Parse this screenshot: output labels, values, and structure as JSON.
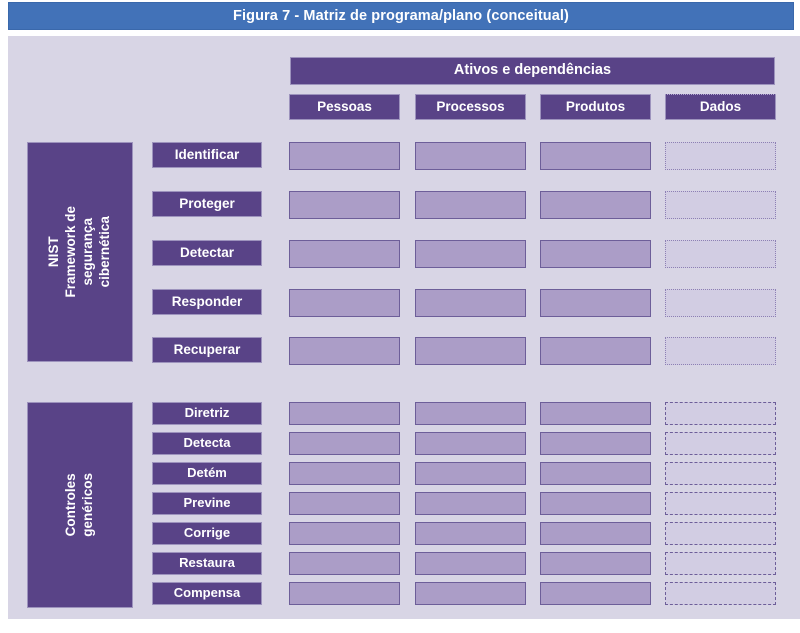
{
  "figure": {
    "title": "Figura 7 - Matriz de programa/plano (conceitual)"
  },
  "columns": {
    "banner_label": "Ativos e dependências",
    "headers": [
      {
        "label": "Pessoas",
        "style": "solid"
      },
      {
        "label": "Processos",
        "style": "solid"
      },
      {
        "label": "Produtos",
        "style": "solid"
      },
      {
        "label": "Dados",
        "style": "dotted"
      }
    ]
  },
  "groups": [
    {
      "id": "nist",
      "vertical_label": "NIST\nFramework de\nsegurança\ncibernética",
      "vertical_label_lines": [
        "NIST",
        "Framework de",
        "segurança",
        "cibernética"
      ],
      "rows": [
        {
          "label": "Identificar",
          "cells": [
            "filled",
            "filled",
            "filled",
            "dotted"
          ]
        },
        {
          "label": "Proteger",
          "cells": [
            "filled",
            "filled",
            "filled",
            "dotted"
          ]
        },
        {
          "label": "Detectar",
          "cells": [
            "filled",
            "filled",
            "filled",
            "dotted"
          ]
        },
        {
          "label": "Responder",
          "cells": [
            "filled",
            "filled",
            "filled",
            "dotted"
          ]
        },
        {
          "label": "Recuperar",
          "cells": [
            "filled",
            "filled",
            "filled",
            "dotted"
          ]
        }
      ]
    },
    {
      "id": "controles",
      "vertical_label": "Controles\ngenéricos",
      "vertical_label_lines": [
        "Controles",
        "genéricos"
      ],
      "rows": [
        {
          "label": "Diretriz",
          "cells": [
            "filled",
            "filled",
            "filled",
            "dashed"
          ]
        },
        {
          "label": "Detecta",
          "cells": [
            "filled",
            "filled",
            "filled",
            "dashed"
          ]
        },
        {
          "label": "Detém",
          "cells": [
            "filled",
            "filled",
            "filled",
            "dashed"
          ]
        },
        {
          "label": "Previne",
          "cells": [
            "filled",
            "filled",
            "filled",
            "dashed"
          ]
        },
        {
          "label": "Corrige",
          "cells": [
            "filled",
            "filled",
            "filled",
            "dashed"
          ]
        },
        {
          "label": "Restaura",
          "cells": [
            "filled",
            "filled",
            "filled",
            "dashed"
          ]
        },
        {
          "label": "Compensa",
          "cells": [
            "filled",
            "filled",
            "filled",
            "dashed"
          ]
        }
      ]
    }
  ],
  "colors": {
    "title_bar": "#4272b8",
    "panel_background": "#d8d5e5",
    "box_purple": "#594387",
    "cell_fill": "#ab9dc7",
    "cell_border": "#6d5e99",
    "cell_empty_fill": "#d2cde3"
  }
}
